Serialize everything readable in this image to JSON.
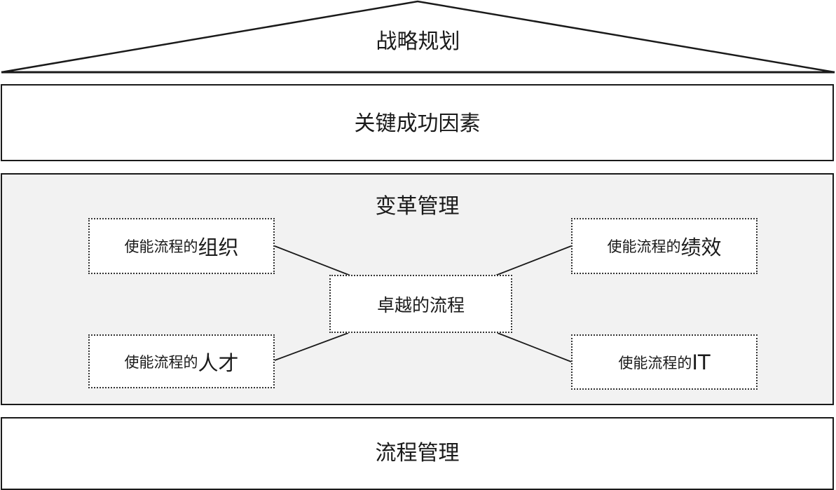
{
  "roof": {
    "label": "战略规划"
  },
  "csf": {
    "label": "关键成功因素"
  },
  "change": {
    "label": "变革管理",
    "center": "卓越的流程",
    "boxes": [
      {
        "prefix": "使能流程的",
        "suffix": "组织"
      },
      {
        "prefix": "使能流程的",
        "suffix": "绩效"
      },
      {
        "prefix": "使能流程的",
        "suffix": "人才"
      },
      {
        "prefix": "使能流程的",
        "suffix": "IT"
      }
    ]
  },
  "process": {
    "label": "流程管理"
  }
}
